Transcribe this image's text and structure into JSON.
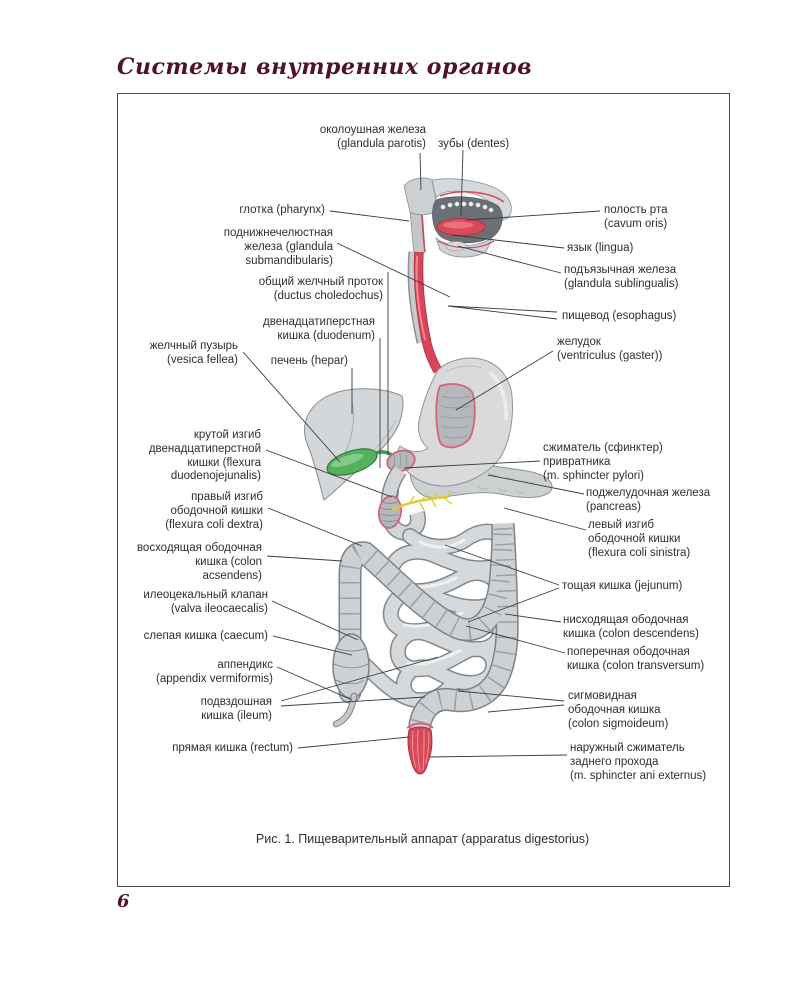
{
  "page": {
    "header_title": "Системы внутренних органов",
    "page_number": "6"
  },
  "figure": {
    "caption": "Рис. 1. Пищеварительный аппарат (apparatus digestorius)",
    "labels": {
      "parotid": "околоушная железа\n(glandula parotis)",
      "teeth": "зубы (dentes)",
      "pharynx": "глотка (pharynx)",
      "submandibular": "поднижнечелюстная\nжелеза (glandula\nsubmandibularis)",
      "bile_duct": "общий желчный проток\n(ductus choledochus)",
      "duodenum": "двенадцатиперстная\nкишка (duodenum)",
      "gallbladder": "желчный пузырь\n(vesica fellea)",
      "liver": "печень (hepar)",
      "flexura_duodenojejunalis": "крутой изгиб\nдвенадцатиперстной\nкишки (flexura\nduodenojejunalis)",
      "flexura_coli_dextra": "правый изгиб\nободочной кишки\n(flexura coli dextra)",
      "colon_ascendens": "восходящая ободочная\nкишка (colon\nacsendens)",
      "ileocaecal_valve": "илеоцекальный клапан\n(valva ileocaecalis)",
      "caecum": "слепая кишка (caecum)",
      "appendix": "аппендикс\n(appendix vermiformis)",
      "ileum": "подвздошная\nкишка (ileum)",
      "rectum": "прямая кишка (rectum)",
      "oral_cavity": "полость рта\n(cavum oris)",
      "tongue": "язык (lingua)",
      "sublingual": "подъязычная железа\n(glandula sublingualis)",
      "esophagus": "пищевод (esophagus)",
      "stomach": "желудок\n(ventriculus (gaster))",
      "pyloric_sphincter": "сжиматель (сфинктер)\nпривратника\n(m. sphincter pylori)",
      "pancreas": "поджелудочная железа\n(pancreas)",
      "flexura_coli_sinistra": "левый изгиб\nободочной кишки\n(flexura coli sinistra)",
      "jejunum": "тощая кишка (jejunum)",
      "colon_descendens": "нисходящая ободочная\nкишка (colon descendens)",
      "colon_transversum": "поперечная ободочная\nкишка (colon transversum)",
      "colon_sigmoideum": "сигмовидная\nободочная кишка\n(colon sigmoideum)",
      "anal_sphincter": "наружный сжиматель\nзаднего прохода\n(m. sphincter ani externus)"
    }
  },
  "colors": {
    "header_text": "#4f1227",
    "label_text": "#2e2e2e",
    "box_border": "#4b4b4b",
    "organ_grey": "#d3d6d9",
    "esophagus_red": "#d84a58",
    "cut_edge_pink": "#d8607a",
    "gallbladder_green": "#55b05e",
    "duct_yellow": "#e0cb2f"
  }
}
